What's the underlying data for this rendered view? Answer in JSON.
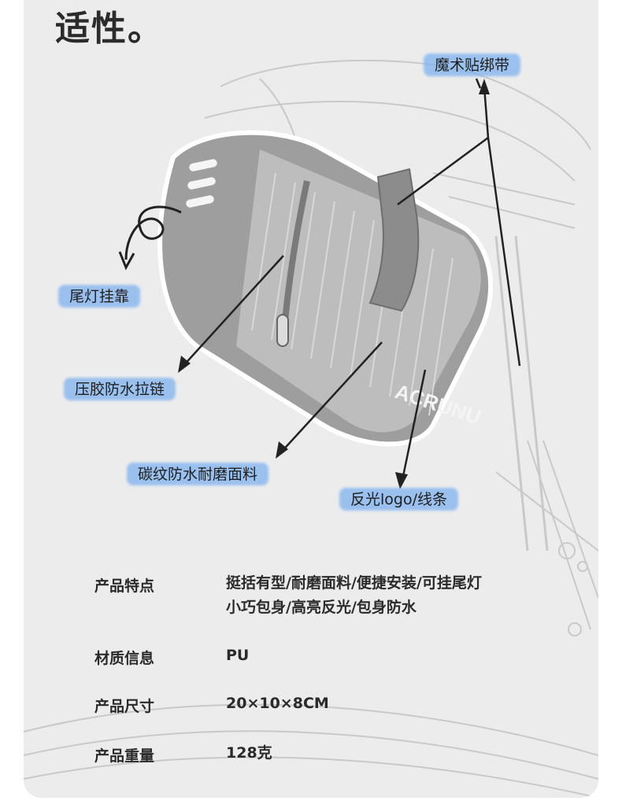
{
  "heading": "适性。",
  "callouts": {
    "velcro_strap": "魔术贴绑带",
    "taillight_mount": "尾灯挂靠",
    "zipper": "压胶防水拉链",
    "fabric": "碳纹防水耐磨面料",
    "reflective": "反光logo/线条"
  },
  "bag_logo": "ACRUNU",
  "specs": [
    {
      "label": "产品特点",
      "value_line1": "挺括有型/耐磨面料/便捷安装/可挂尾灯",
      "value_line2": "小巧包身/高亮反光/包身防水"
    },
    {
      "label": "材质信息",
      "value_line1": "PU"
    },
    {
      "label": "产品尺寸",
      "value_line1": "20×10×8CM"
    },
    {
      "label": "产品重量",
      "value_line1": "128克"
    }
  ],
  "colors": {
    "background": "#ececec",
    "highlight": "#7fb2ef",
    "text": "#2a2a2a"
  }
}
